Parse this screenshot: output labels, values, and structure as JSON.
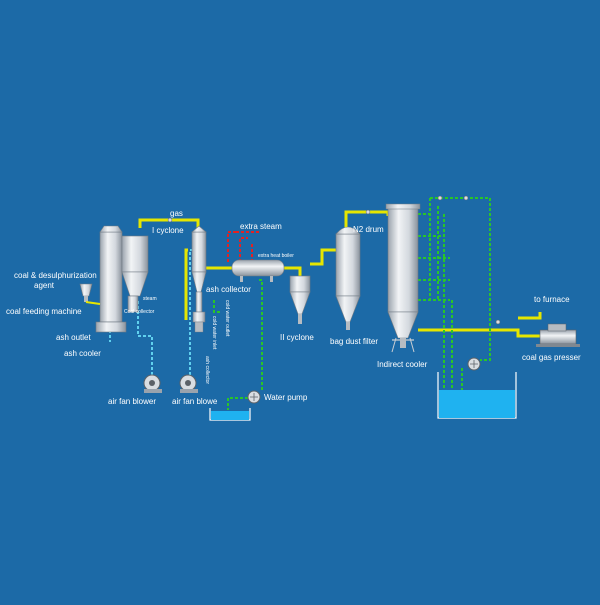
{
  "diagram": {
    "labels": {
      "gas": "gas",
      "cyclone1": "I cyclone",
      "extra_steam": "extra steam",
      "extra_heat_boiler": "extra heat boiler",
      "n2_drum": "N2 drum",
      "desulph_line1": "coal & desulphurization",
      "desulph_line2": "agent",
      "coal_feeding_machine": "coal feeding machine",
      "coal_collector": "Coal collector",
      "ash_outlet": "ash outlet",
      "ash_cooler": "ash cooler",
      "ash_collector": "ash collector",
      "cold_water_outlet": "cold water outlet",
      "cold_water_inlet": "cold water inlet",
      "ash_collector_vertical": "ash collector",
      "cyclone2": "II cyclone",
      "bag_dust_filter": "bag dust filter",
      "indirect_cooler": "Indirect cooler",
      "to_furnace": "to furnace",
      "coal_gas_presser": "coal gas presser",
      "air_fan_blower_1": "air fan blower",
      "air_fan_blower_2": "air fan blowe",
      "water_pump": "Water pump",
      "small_label": "steam"
    },
    "colors": {
      "background": "#1c6aa7",
      "gas_pipe": "#e6e600",
      "water_pipe": "#29c529",
      "air_pipe": "#5fd0ee",
      "steam_pipe": "#e32222",
      "vessel": "#d9dde2",
      "tank_water": "#1fb2f0"
    },
    "icons": [
      "centrifugal-fan-icon",
      "centrifugal-fan-icon",
      "water-pump-icon",
      "water-pump-icon",
      "gas-compressor-icon",
      "coal-hopper-icon",
      "valve-icon"
    ]
  }
}
